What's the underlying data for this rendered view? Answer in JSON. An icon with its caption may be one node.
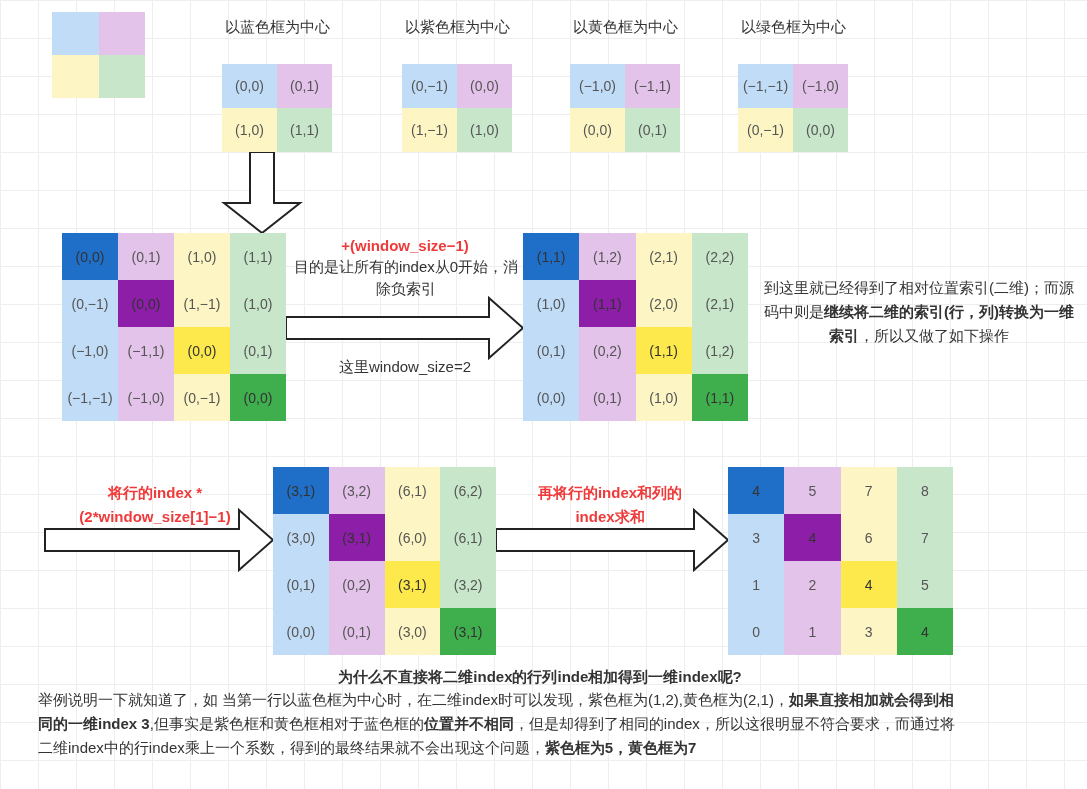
{
  "diagram": {
    "nodes": [
      {
        "text": [],
        "shape": "box"
      },
      {
        "text": [],
        "shape": "box",
        "in": 0
      },
      {
        "text": [],
        "shape": "box",
        "in": 0
      },
      {
        "text": [],
        "shape": "box",
        "in": 0
      },
      {
        "text": [],
        "shape": "box",
        "in": 0
      },
      {
        "text": [
          "以蓝色框为中心"
        ]
      },
      {
        "text": [
          "(0,0)"
        ],
        "in": 5
      },
      {
        "text": [
          "(0,1)"
        ],
        "in": 5
      },
      {
        "text": [
          "(1,0)"
        ],
        "in": 5
      },
      {
        "text": [
          "(1,1)"
        ],
        "in": 5
      },
      {
        "text": [
          "以紫色框为中心"
        ]
      },
      {
        "text": [
          "(0,−1)"
        ],
        "in": 10
      },
      {
        "text": [
          "(0,0)"
        ],
        "in": 10
      },
      {
        "text": [
          "(1,−1)"
        ],
        "in": 10
      },
      {
        "text": [
          "(1,0)"
        ],
        "in": 10
      },
      {
        "text": [
          "以黄色框为中心"
        ]
      },
      {
        "text": [
          "(−1,0)"
        ],
        "in": 15
      },
      {
        "text": [
          "(−1,1)"
        ],
        "in": 15
      },
      {
        "text": [
          "(0,0)"
        ],
        "in": 15
      },
      {
        "text": [
          "(0,1)"
        ],
        "in": 15
      },
      {
        "text": [
          "以绿色框为中心"
        ]
      },
      {
        "text": [
          "(−1,−1)"
        ],
        "in": 20
      },
      {
        "text": [
          "(−1,0)"
        ],
        "in": 20
      },
      {
        "text": [
          "(0,−1)"
        ],
        "in": 20
      },
      {
        "text": [
          "(0,0)"
        ],
        "in": 20
      },
      {
        "text": [],
        "shape": "box"
      },
      {
        "text": [
          "(0,0)"
        ],
        "in": 25
      },
      {
        "text": [
          "(0,1)"
        ],
        "in": 25
      },
      {
        "text": [
          "(1,0)"
        ],
        "in": 25
      },
      {
        "text": [
          "(1,1)"
        ],
        "in": 25
      },
      {
        "text": [
          "(0,−1)"
        ],
        "in": 25
      },
      {
        "text": [
          "(0,0)"
        ],
        "in": 25
      },
      {
        "text": [
          "(1,−1)"
        ],
        "in": 25
      },
      {
        "text": [
          "(1,0)"
        ],
        "in": 25
      },
      {
        "text": [
          "(−1,0)"
        ],
        "in": 25
      },
      {
        "text": [
          "(−1,1)"
        ],
        "in": 25
      },
      {
        "text": [
          "(0,0)"
        ],
        "in": 25
      },
      {
        "text": [
          "(0,1)"
        ],
        "in": 25
      },
      {
        "text": [
          "(−1,−1)"
        ],
        "in": 25
      },
      {
        "text": [
          "(−1,0)"
        ],
        "in": 25
      },
      {
        "text": [
          "(0,−1)"
        ],
        "in": 25
      },
      {
        "text": [
          "(0,0)"
        ],
        "in": 25
      },
      {
        "text": [],
        "shape": "box"
      },
      {
        "text": [
          "(1,1)"
        ],
        "in": 42
      },
      {
        "text": [
          "(1,2)"
        ],
        "in": 42
      },
      {
        "text": [
          "(2,1)"
        ],
        "in": 42
      },
      {
        "text": [
          "(2,2)"
        ],
        "in": 42
      },
      {
        "text": [
          "(1,0)"
        ],
        "in": 42
      },
      {
        "text": [
          "(1,1)"
        ],
        "in": 42
      },
      {
        "text": [
          "(2,0)"
        ],
        "in": 42
      },
      {
        "text": [
          "(2,1)"
        ],
        "in": 42
      },
      {
        "text": [
          "(0,1)"
        ],
        "in": 42
      },
      {
        "text": [
          "(0,2)"
        ],
        "in": 42
      },
      {
        "text": [
          "(1,1)"
        ],
        "in": 42
      },
      {
        "text": [
          "(1,2)"
        ],
        "in": 42
      },
      {
        "text": [
          "(0,0)"
        ],
        "in": 42
      },
      {
        "text": [
          "(0,1)"
        ],
        "in": 42
      },
      {
        "text": [
          "(1,0)"
        ],
        "in": 42
      },
      {
        "text": [
          "(1,1)"
        ],
        "in": 42
      },
      {
        "text": [],
        "shape": "box"
      },
      {
        "text": [
          "(3,1)"
        ],
        "in": 59
      },
      {
        "text": [
          "(3,2)"
        ],
        "in": 59
      },
      {
        "text": [
          "(6,1)"
        ],
        "in": 59
      },
      {
        "text": [
          "(6,2)"
        ],
        "in": 59
      },
      {
        "text": [
          "(3,0)"
        ],
        "in": 59
      },
      {
        "text": [
          "(3,1)"
        ],
        "in": 59
      },
      {
        "text": [
          "(6,0)"
        ],
        "in": 59
      },
      {
        "text": [
          "(6,1)"
        ],
        "in": 59
      },
      {
        "text": [
          "(0,1)"
        ],
        "in": 59
      },
      {
        "text": [
          "(0,2)"
        ],
        "in": 59
      },
      {
        "text": [
          "(3,1)"
        ],
        "in": 59
      },
      {
        "text": [
          "(3,2)"
        ],
        "in": 59
      },
      {
        "text": [
          "(0,0)"
        ],
        "in": 59
      },
      {
        "text": [
          "(0,1)"
        ],
        "in": 59
      },
      {
        "text": [
          "(3,0)"
        ],
        "in": 59
      },
      {
        "text": [
          "(3,1)"
        ],
        "in": 59
      },
      {
        "text": [],
        "shape": "box"
      },
      {
        "text": [
          "4"
        ],
        "in": 76
      },
      {
        "text": [
          "5"
        ],
        "in": 76
      },
      {
        "text": [
          "7"
        ],
        "in": 76
      },
      {
        "text": [
          "8"
        ],
        "in": 76
      },
      {
        "text": [
          "3"
        ],
        "in": 76
      },
      {
        "text": [
          "4"
        ],
        "in": 76
      },
      {
        "text": [
          "6"
        ],
        "in": 76
      },
      {
        "text": [
          "7"
        ],
        "in": 76
      },
      {
        "text": [
          "1"
        ],
        "in": 76
      },
      {
        "text": [
          "2"
        ],
        "in": 76
      },
      {
        "text": [
          "4"
        ],
        "in": 76
      },
      {
        "text": [
          "5"
        ],
        "in": 76
      },
      {
        "text": [
          "0"
        ],
        "in": 76
      },
      {
        "text": [
          "1"
        ],
        "in": 76
      },
      {
        "text": [
          "3"
        ],
        "in": 76
      },
      {
        "text": [
          "4"
        ],
        "in": 76
      }
    ],
    "edges": [
      {
        "from": 5,
        "to": 25,
        "arrow": "to"
      },
      {
        "from": 25,
        "to": 42,
        "arrow": "to",
        "label": "+(window_size−1)"
      },
      {
        "from": null,
        "to": 59,
        "arrow": "to",
        "label": "将行的index *(2*window_size[1]−1)"
      },
      {
        "from": 59,
        "to": 76,
        "arrow": "to",
        "label": "再将行的index和列的index求和"
      }
    ],
    "labels": [
      "目的是让所有的index从0开始，消除负索引",
      "这里window_size=2",
      "到这里就已经得到了相对位置索引(二维)；而源码中则是**继续将二维的索引(行，列)转换为一维索引**，所以又做了如下操作",
      "为什么不直接将二维index的行列inde相加得到一维index呢?",
      "举例说明一下就知道了，如 当第一行以蓝色框为中心时，在二维index时可以发现，紫色框为(1,2),黄色框为(2,1)，**如果直接相加就会得到相同的一维index 3**,但事实是紫色框和黄色框相对于蓝色框的**位置并不相同**，但是却得到了相同的index，所以这很明显不符合要求，而通过将二维index中的行index乘上一个系数，得到的最终结果就不会出现这个问题，**紫色框为5，黄色框为7**"
    ]
  }
}
